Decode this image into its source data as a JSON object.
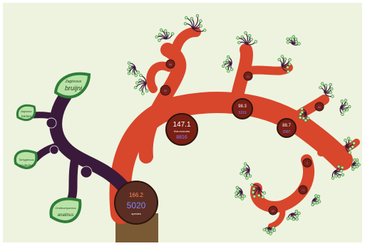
{
  "root_node": {
    "age": "166.2",
    "species": "5020",
    "species_label": "species"
  },
  "mid_node": {
    "age": "147.1",
    "subtitle": "Mus musculus",
    "species": "8816"
  },
  "upper_node": {
    "age": "98.3",
    "species": "5319"
  },
  "right_node": {
    "age": "88.7",
    "species": "2987"
  },
  "small_nodes": [
    "52",
    "96",
    "41",
    "2",
    "71",
    "52",
    "80"
  ],
  "left_leaves": [
    {
      "genus": "Zaglossus",
      "species": "bruijni"
    },
    {
      "genus": "Zaglossus",
      "species": "bartoni"
    },
    {
      "genus": "Tachyglossus",
      "species": "aculeatus"
    },
    {
      "genus": "Ornithorhynchus",
      "species": "anatinus"
    }
  ],
  "colors": {
    "background": "#eef3df",
    "trunk": "#7a5a35",
    "red_branch": "#d8462c",
    "red_dark": "#7a1f14",
    "purple_branch": "#3a1a3a",
    "leaf_fill": "#b9e3a6",
    "leaf_stroke": "#2f7d3a",
    "node_fill": "#5a2e22",
    "age_color": "#ff8a5b",
    "species_color": "#7f86ff"
  }
}
